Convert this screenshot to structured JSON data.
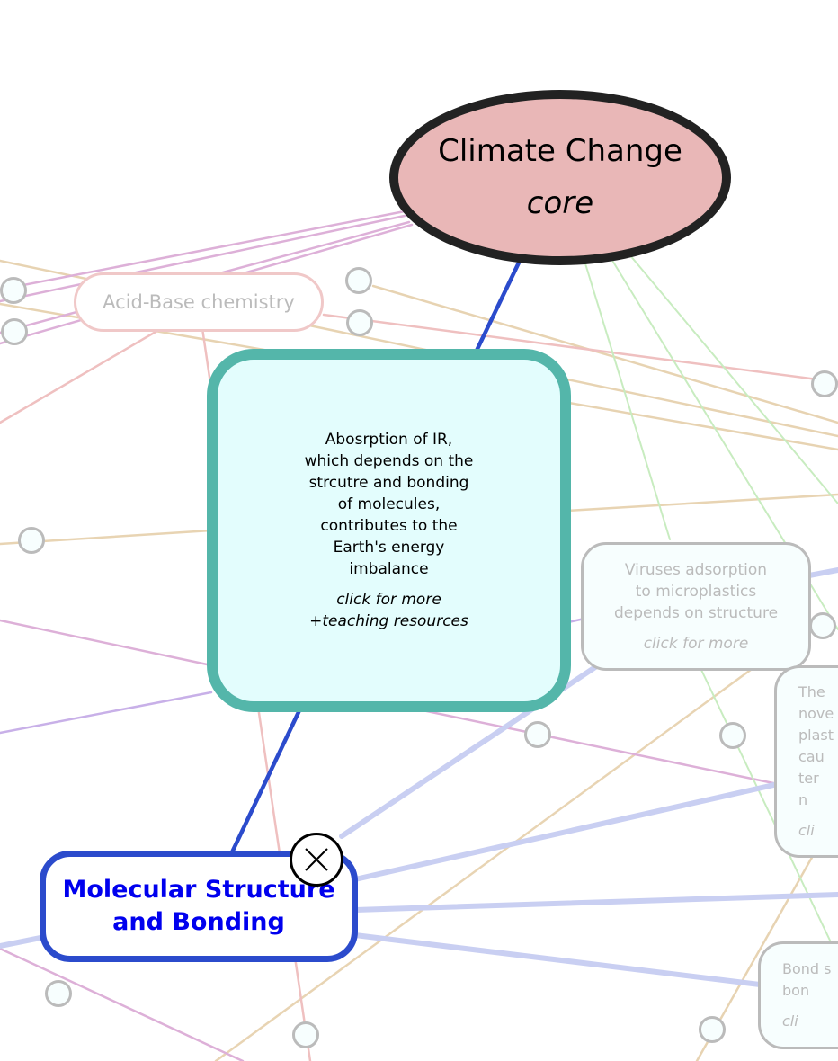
{
  "core_node": {
    "title": "Climate Change",
    "subtitle": "core"
  },
  "acid_base_node": {
    "label": "Acid-Base chemistry"
  },
  "main_node": {
    "lines": [
      "Abosrption of IR,",
      "which depends on the",
      "strcutre and bonding",
      "of molecules,",
      "contributes to the",
      "Earth's energy",
      "imbalance"
    ],
    "more": [
      "click for more",
      "+teaching resources"
    ]
  },
  "virus_node": {
    "lines": [
      "Viruses adsorption",
      "to microplastics",
      "depends on structure"
    ],
    "more": "click for more"
  },
  "novel_node": {
    "lines": [
      "The",
      "nove",
      "plast",
      "cau",
      "ter",
      "n"
    ],
    "more": "cli"
  },
  "bond_node": {
    "lines": [
      "Bond s",
      "bon"
    ],
    "more": "cli"
  },
  "molecular_node": {
    "lines": [
      "Molecular Structure",
      "and Bonding"
    ]
  },
  "colors": {
    "core_fill": "#e9b7b7",
    "main_border": "#54b6aa",
    "main_fill": "#e3fdfd",
    "selected_border": "#2b4bcc",
    "selected_text": "#0000ee"
  }
}
